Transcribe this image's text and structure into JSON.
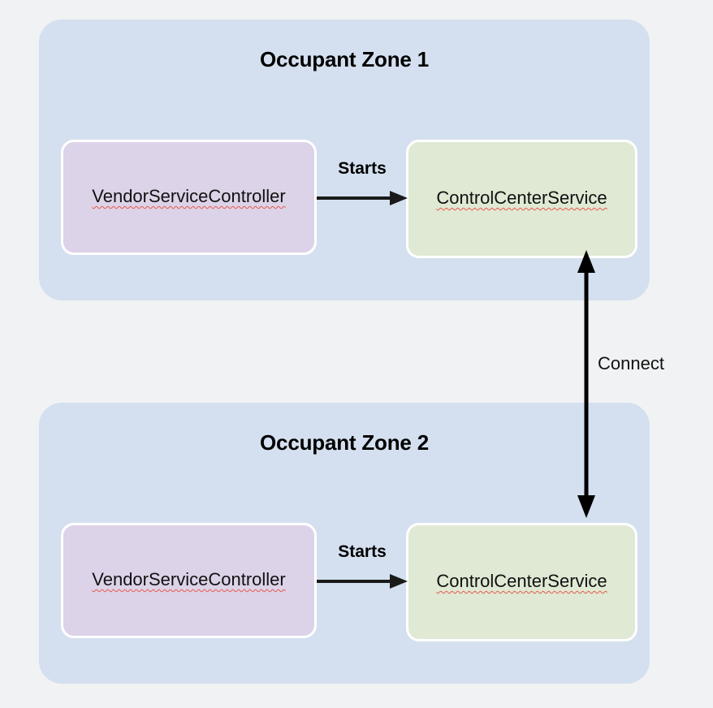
{
  "diagram": {
    "background_color": "#f1f2f4",
    "zones": [
      {
        "title": "Occupant Zone 1",
        "panel_color": "#d4e0ef",
        "nodes": [
          {
            "label": "VendorServiceController",
            "color": "#dcd3e8",
            "role": "vendor-service-controller"
          },
          {
            "label": "ControlCenterService",
            "color": "#dfe9d4",
            "role": "control-center-service"
          }
        ],
        "edge_label": "Starts"
      },
      {
        "title": "Occupant Zone 2",
        "panel_color": "#d4e0ef",
        "nodes": [
          {
            "label": "VendorServiceController",
            "color": "#dcd3e8",
            "role": "vendor-service-controller"
          },
          {
            "label": "ControlCenterService",
            "color": "#dfe9d4",
            "role": "control-center-service"
          }
        ],
        "edge_label": "Starts"
      }
    ],
    "cross_zone_edge": {
      "label": "Connect",
      "style": "double-headed-vertical-arrow",
      "color": "#000000"
    },
    "spellcheck_underline_color": "#e8584c"
  }
}
